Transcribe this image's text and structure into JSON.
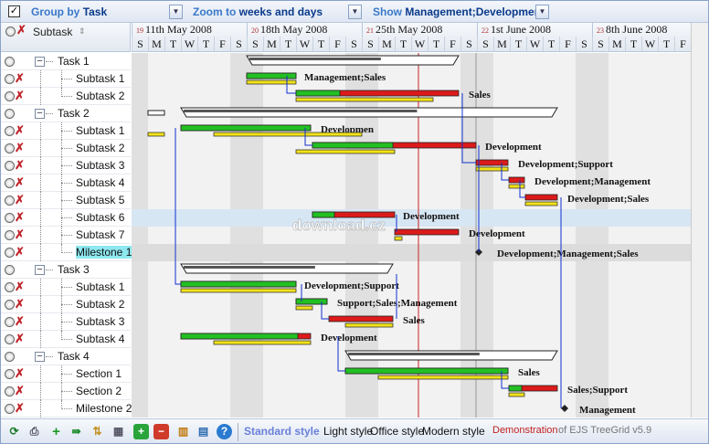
{
  "toolbar": {
    "group_label": "Group by",
    "group_value": "Task",
    "zoom_label": "Zoom to",
    "zoom_value": "weeks and days",
    "show_label": "Show",
    "show_value": "Management;Developmer"
  },
  "grid": {
    "column_title": "Subtask"
  },
  "timeline": {
    "weeks": [
      {
        "num": "19",
        "label": "11th May 2008"
      },
      {
        "num": "20",
        "label": "18th May 2008"
      },
      {
        "num": "21",
        "label": "25th May 2008"
      },
      {
        "num": "22",
        "label": "1st June 2008"
      },
      {
        "num": "23",
        "label": "8th June 2008"
      }
    ],
    "day_letters": [
      "S",
      "M",
      "T",
      "W",
      "T",
      "F",
      "S"
    ]
  },
  "rows": [
    {
      "name": "Task 1",
      "level": 0,
      "resource": ""
    },
    {
      "name": "Subtask 1",
      "level": 1,
      "resource": "Management;Sales"
    },
    {
      "name": "Subtask 2",
      "level": 1,
      "resource": "Sales"
    },
    {
      "name": "Task 2",
      "level": 0,
      "resource": ""
    },
    {
      "name": "Subtask 1",
      "level": 1,
      "resource": "Developmen"
    },
    {
      "name": "Subtask 2",
      "level": 1,
      "resource": "Development"
    },
    {
      "name": "Subtask 3",
      "level": 1,
      "resource": "Development;Support"
    },
    {
      "name": "Subtask 4",
      "level": 1,
      "resource": "Development;Management"
    },
    {
      "name": "Subtask 5",
      "level": 1,
      "resource": "Development;Sales"
    },
    {
      "name": "Subtask 6",
      "level": 1,
      "resource": "Development"
    },
    {
      "name": "Subtask 7",
      "level": 1,
      "resource": "Development"
    },
    {
      "name": "Milestone 1",
      "level": 1,
      "resource": "Development;Management;Sales"
    },
    {
      "name": "Task 3",
      "level": 0,
      "resource": ""
    },
    {
      "name": "Subtask 1",
      "level": 1,
      "resource": "Development;Support"
    },
    {
      "name": "Subtask 2",
      "level": 1,
      "resource": "Support;Sales;Management"
    },
    {
      "name": "Subtask 3",
      "level": 1,
      "resource": "Sales"
    },
    {
      "name": "Subtask 4",
      "level": 1,
      "resource": "Development"
    },
    {
      "name": "Task 4",
      "level": 0,
      "resource": ""
    },
    {
      "name": "Section 1",
      "level": 1,
      "resource": "Sales"
    },
    {
      "name": "Section 2",
      "level": 1,
      "resource": "Sales;Support"
    },
    {
      "name": "Milestone 2",
      "level": 1,
      "resource": "Management"
    }
  ],
  "footer": {
    "standard_style": "Standard style",
    "light_style": "Light style",
    "office_style": "Office style",
    "modern_style": "Modern style",
    "demo": "Demonstration",
    "of": "of EJS TreeGrid v5.9"
  },
  "watermark": "download.cz",
  "colors": {
    "link": "#1e5aa8",
    "today_line": "#cc2222",
    "bar_green": "#22c022",
    "bar_red": "#dd1a1a",
    "bar_yellow": "#f2e21a"
  }
}
